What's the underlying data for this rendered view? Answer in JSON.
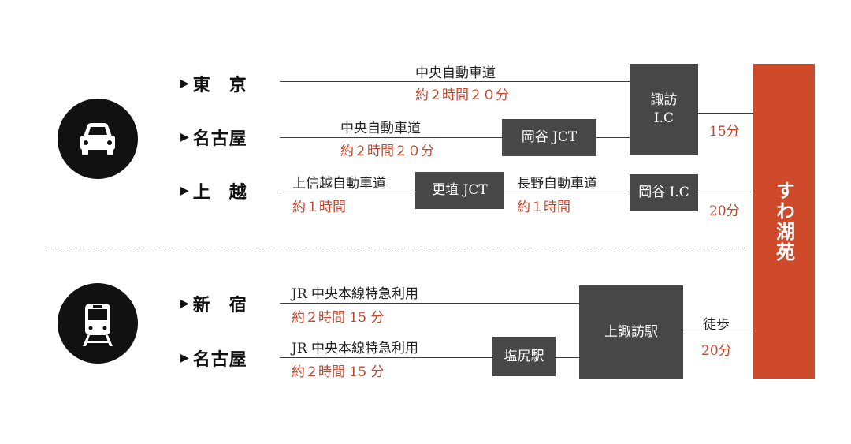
{
  "destination": "すわ湖苑",
  "icons": {
    "car": "car-icon",
    "train": "train-icon"
  },
  "colors": {
    "accent": "#cf4a2a",
    "box": "#474747",
    "time_text": "#c0452a"
  },
  "car": {
    "origins": [
      {
        "name": "東　京"
      },
      {
        "name": "名古屋"
      },
      {
        "name": "上　越"
      }
    ],
    "tokyo": {
      "road": "中央自動車道",
      "time": "約２時間２０分"
    },
    "nagoya": {
      "road": "中央自動車道",
      "time": "約２時間２０分"
    },
    "joetsu": {
      "road1": "上信越自動車道",
      "time1": "約１時間",
      "road2": "長野自動車道",
      "time2": "約１時間"
    },
    "boxes": {
      "suwa_ic": "諏訪\nI.C",
      "okaya_jct": "岡谷 JCT",
      "koshoku_jct": "更埴 JCT",
      "okaya_ic": "岡谷 I.C"
    },
    "final_times": {
      "suwa": "15分",
      "okaya": "20分"
    }
  },
  "train": {
    "origins": [
      {
        "name": "新　宿"
      },
      {
        "name": "名古屋"
      }
    ],
    "shinjuku": {
      "line": "JR 中央本線特急利用",
      "time": "約２時間 15 分"
    },
    "nagoya": {
      "line": "JR 中央本線特急利用",
      "time": "約２時間 15 分"
    },
    "boxes": {
      "kamisuwa": "上諏訪駅",
      "shiojiri": "塩尻駅"
    },
    "walk": {
      "label": "徒歩",
      "time": "20分"
    }
  }
}
